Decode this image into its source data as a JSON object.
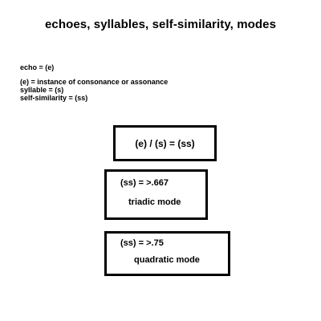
{
  "title": "echoes, syllables, self-similarity, modes",
  "definitions": [
    "echo = (e)",
    "(e) = instance of consonance or assonance",
    "syllable = (s)",
    "self-similarity = (ss)"
  ],
  "boxes": {
    "formula": "(e) / (s) = (ss)",
    "triadic": {
      "value": "(ss) = >.667",
      "label": "triadic mode"
    },
    "quadratic": {
      "value": "(ss) = >.75",
      "label": "quadratic mode"
    }
  }
}
